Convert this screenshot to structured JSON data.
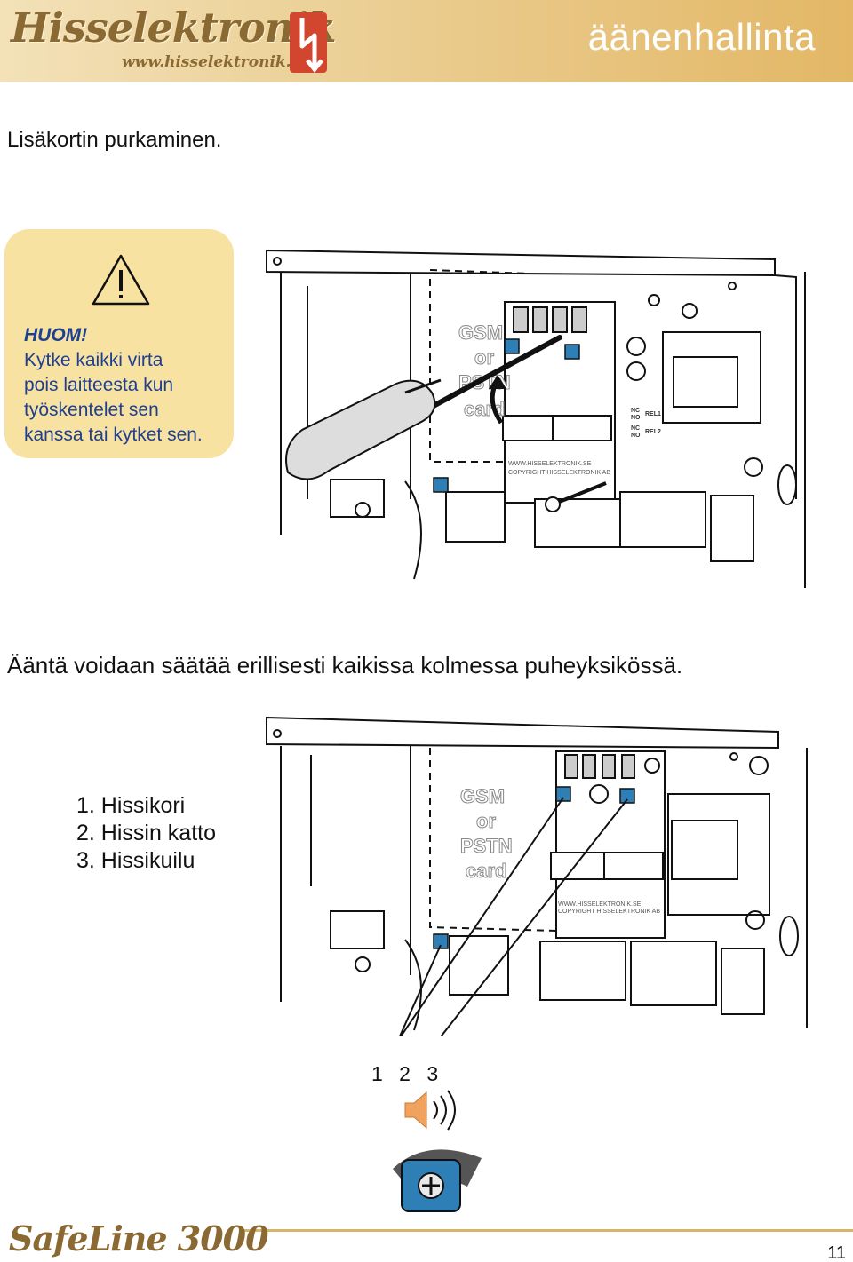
{
  "header": {
    "brand": "Hisselektronik",
    "brand_url": "www.hisselektronik.se",
    "title": "äänenhallinta",
    "colors": {
      "gradient_start": "#f3e1b8",
      "gradient_end": "#e3b766",
      "brand": "#8a6a32",
      "accent_red": "#d2452e"
    }
  },
  "section1": {
    "title": "Lisäkortin purkaminen."
  },
  "warning": {
    "icon": "warning-triangle-icon",
    "heading": "HUOM!",
    "lines": [
      "Kytke kaikki virta",
      "pois laitteesta kun",
      "työskentelet sen",
      "kanssa tai kytket sen."
    ],
    "color": "#1f3f90",
    "background": "#f7e2a2"
  },
  "figure1": {
    "card_label": [
      "GSM",
      "or",
      "PSTN",
      "card"
    ],
    "copyright": [
      "WWW.HISSELEKTRONIK.SE",
      "COPYRIGHT HISSELEKTRONIK AB"
    ],
    "relay_labels": [
      "NC",
      "NO",
      "REL1",
      "NC",
      "NO",
      "REL2"
    ]
  },
  "section2": {
    "title": "Ääntä voidaan säätää erillisesti kaikissa kolmessa puheyksikössä."
  },
  "figure2": {
    "card_label": [
      "GSM",
      "or",
      "PSTN",
      "card"
    ],
    "copyright": [
      "WWW.HISSELEKTRONIK.SE",
      "COPYRIGHT HISSELEKTRONIK AB"
    ],
    "units": [
      "1. Hissikori",
      "2. Hissin katto",
      "3. Hissikuilu"
    ],
    "numbers": "1  2  3",
    "trimmer_color": "#2e7fb5"
  },
  "footer": {
    "brand": "SafeLine 3000",
    "page": "11"
  }
}
